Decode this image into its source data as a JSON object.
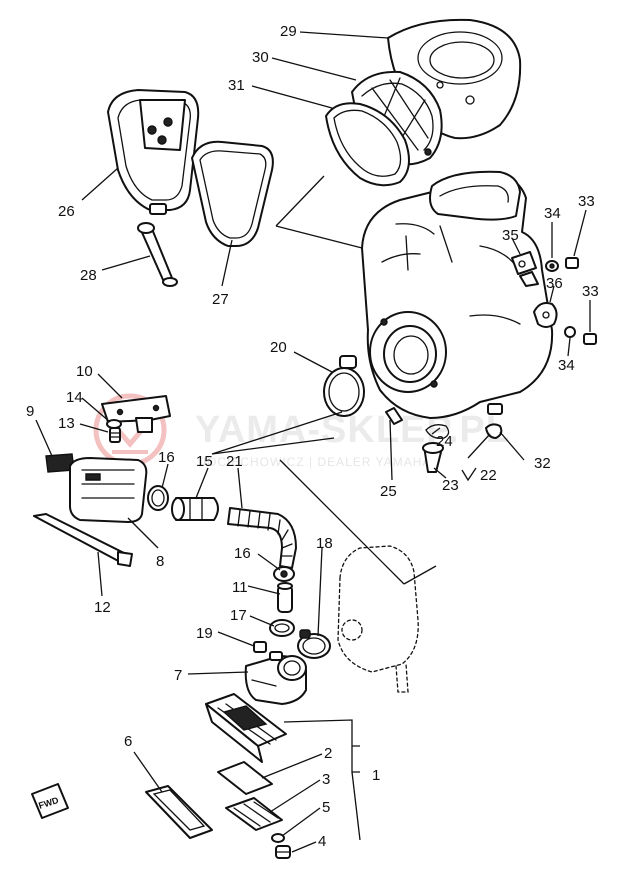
{
  "watermark": {
    "brand": "YAMA-SKLEP.PL",
    "subtitle": "JOCIECHOWICZ | DEALER YAMAHA",
    "logo_color": "#e05050"
  },
  "badge": {
    "text": "FWD"
  },
  "callouts": [
    {
      "id": "29",
      "label": "29"
    },
    {
      "id": "30",
      "label": "30"
    },
    {
      "id": "31",
      "label": "31"
    },
    {
      "id": "26",
      "label": "26"
    },
    {
      "id": "28",
      "label": "28"
    },
    {
      "id": "27",
      "label": "27"
    },
    {
      "id": "34a",
      "label": "34"
    },
    {
      "id": "33a",
      "label": "33"
    },
    {
      "id": "35",
      "label": "35"
    },
    {
      "id": "36",
      "label": "36"
    },
    {
      "id": "33b",
      "label": "33"
    },
    {
      "id": "34b",
      "label": "34"
    },
    {
      "id": "20",
      "label": "20"
    },
    {
      "id": "10",
      "label": "10"
    },
    {
      "id": "14",
      "label": "14"
    },
    {
      "id": "13",
      "label": "13"
    },
    {
      "id": "9",
      "label": "9"
    },
    {
      "id": "16a",
      "label": "16"
    },
    {
      "id": "15",
      "label": "15"
    },
    {
      "id": "21",
      "label": "21"
    },
    {
      "id": "24",
      "label": "24"
    },
    {
      "id": "22",
      "label": "22"
    },
    {
      "id": "32",
      "label": "32"
    },
    {
      "id": "23",
      "label": "23"
    },
    {
      "id": "25",
      "label": "25"
    },
    {
      "id": "8",
      "label": "8"
    },
    {
      "id": "12",
      "label": "12"
    },
    {
      "id": "16b",
      "label": "16"
    },
    {
      "id": "18",
      "label": "18"
    },
    {
      "id": "11",
      "label": "11"
    },
    {
      "id": "17",
      "label": "17"
    },
    {
      "id": "19",
      "label": "19"
    },
    {
      "id": "7",
      "label": "7"
    },
    {
      "id": "6",
      "label": "6"
    },
    {
      "id": "2",
      "label": "2"
    },
    {
      "id": "3",
      "label": "3"
    },
    {
      "id": "1",
      "label": "1"
    },
    {
      "id": "5",
      "label": "5"
    },
    {
      "id": "4",
      "label": "4"
    }
  ]
}
